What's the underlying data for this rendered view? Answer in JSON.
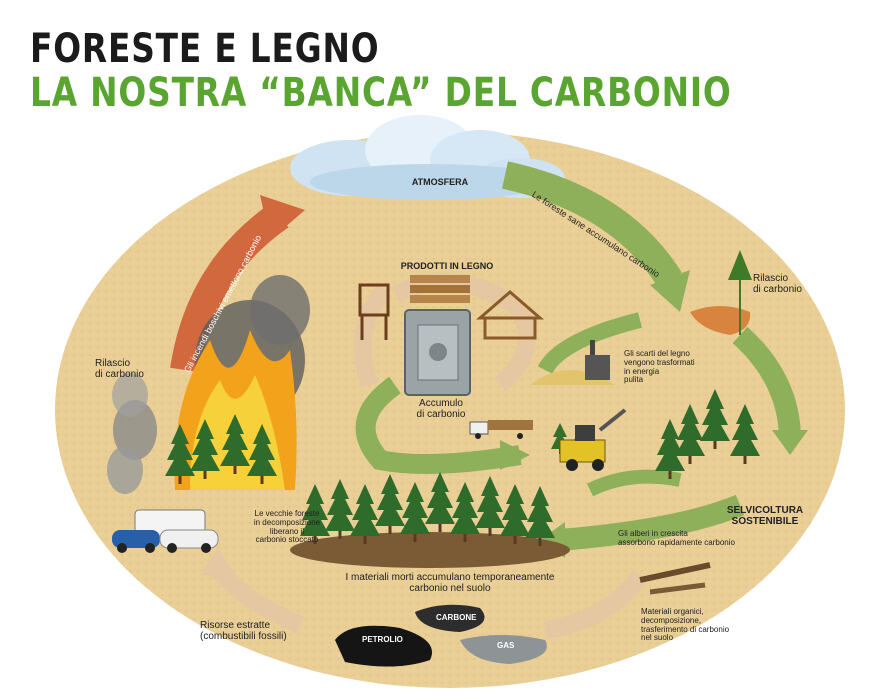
{
  "title": {
    "line1": "FORESTE E LEGNO",
    "line2": "LA NOSTRA “BANCA” DEL CARBONIO"
  },
  "labels": {
    "atmosfera": "ATMOSFERA",
    "foreste_sane": "Le foreste sane accumulano carbonio",
    "incendi": "Gli incendi boschivi emettono carbonio",
    "prodotti": "PRODOTTI IN LEGNO",
    "accumulo": "Accumulo\ndi carbonio",
    "rilascio_left": "Rilascio\ndi carbonio",
    "rilascio_right": "Rilascio\ndi carbonio",
    "scarti": "Gli scarti del legno\nvengono trasformati\nin energia\npulita",
    "selvicoltura": "SELVICOLTURA\nSOSTENIBILE",
    "vecchie_foreste": "Le vecchie foreste\nin decomposizione\nliberano il\ncarbonio stoccato",
    "alberi_crescita": "Gli alberi in crescita\nassorbono rapidamente carbonio",
    "materiali_morti": "I materiali morti accumulano temporaneamente\ncarbonio nel suolo",
    "risorse": "Risorse estratte\n(combustibili fossili)",
    "materiali_organici": "Materiali organici,\ndecomposizione,\ntrasferimento di carbonio\nnel suolo",
    "petrolio": "PETROLIO",
    "carbone": "CARBONE",
    "gas": "GAS"
  },
  "colors": {
    "title_dark": "#1b1b1b",
    "title_green": "#5aa532",
    "background_disc": "#e9cf96",
    "arrow_green": "#8fb05a",
    "arrow_red": "#d2683e",
    "arrow_tan": "#e5c7a2",
    "tree_green": "#2f6b2a"
  }
}
